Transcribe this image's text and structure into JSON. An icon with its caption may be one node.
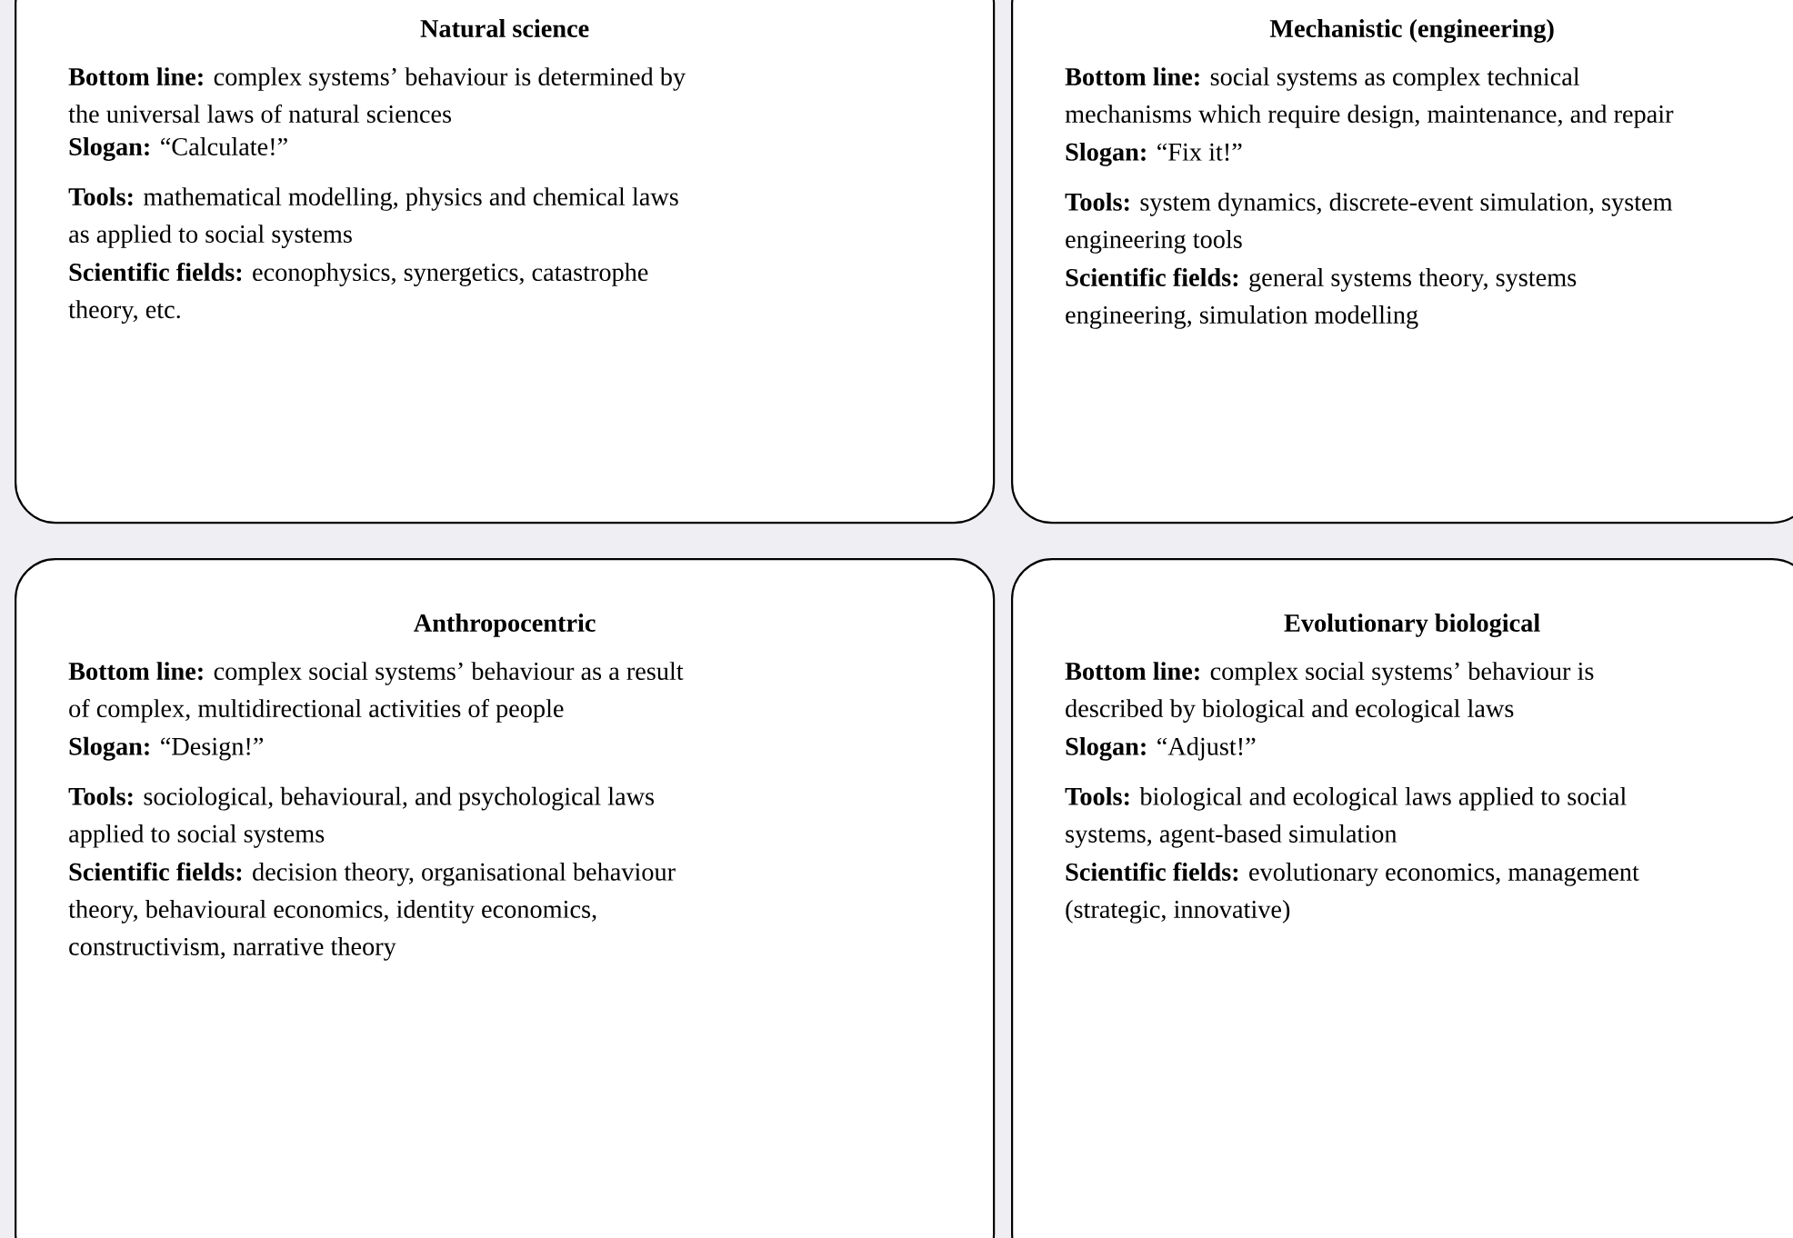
{
  "diagram": {
    "nodes": [
      {
        "text": [
          "Natural science",
          "**Bottom line:** complex systems’ behaviour is determined by the universal laws of natural sciences",
          "**Slogan:** “Calculate!”",
          "**Tools:** mathematical modelling, physics and chemical laws as applied to social systems",
          "**Scientific fields:** econophysics, synergetics, catastrophe theory, etc."
        ]
      },
      {
        "text": [
          "Mechanistic (engineering)",
          "**Bottom line:** social systems as complex technical mechanisms which require design, maintenance, and repair",
          "**Slogan:** “Fix it!”",
          "**Tools:** system dynamics, discrete-event simulation, system engineering tools",
          "**Scientific fields:** general systems theory, systems engineering, simulation modelling"
        ]
      },
      {
        "text": [
          "Anthropocentric",
          "**Bottom line:** complex social systems’ behaviour as a result of complex, multidirectional activities of people",
          "**Slogan:** “Design!”",
          "**Tools:** sociological, behavioural, and psychological laws applied to social systems",
          "**Scientific fields:** decision theory, organisational behaviour theory, behavioural economics, identity economics, constructivism, narrative theory"
        ]
      },
      {
        "text": [
          "Evolutionary biological",
          "**Bottom line:** complex social systems’ behaviour is described by biological and ecological laws",
          "**Slogan:** “Adjust!”",
          "**Tools:** biological and ecological laws applied to social systems, agent-based simulation",
          "**Scientific fields:** evolutionary economics, management (strategic, innovative)"
        ]
      }
    ]
  }
}
